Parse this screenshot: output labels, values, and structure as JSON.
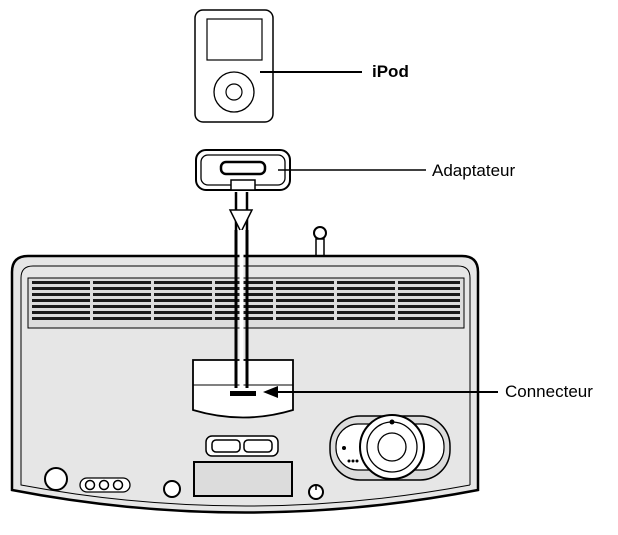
{
  "labels": {
    "ipod": "iPod",
    "adapter": "Adaptateur",
    "connector": "Connecteur"
  },
  "icons": [
    "ipod-icon",
    "adapter-icon",
    "antenna-icon",
    "speaker-unit-icon",
    "arrow-down-icon"
  ],
  "colors": {
    "outline": "#000000",
    "body_fill": "#e6e6e6",
    "panel_fill": "#ffffff"
  }
}
